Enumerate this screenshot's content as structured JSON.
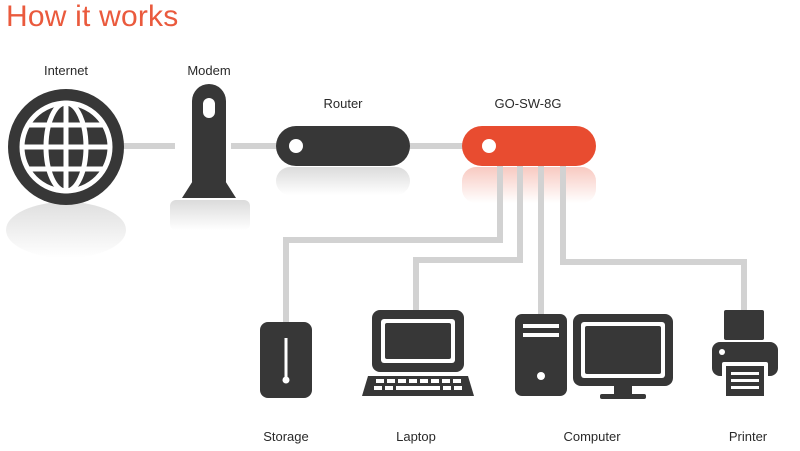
{
  "title": "How it works",
  "colors": {
    "accent": "#e84c30",
    "device": "#373737",
    "cable": "#d2d2d2",
    "title": "#ea5a3d"
  },
  "nodes": {
    "internet": {
      "label": "Internet",
      "icon": "globe-icon"
    },
    "modem": {
      "label": "Modem",
      "icon": "modem-icon"
    },
    "router": {
      "label": "Router",
      "icon": "router-icon"
    },
    "switch": {
      "label": "GO-SW-8G",
      "icon": "switch-icon"
    },
    "storage": {
      "label": "Storage",
      "icon": "storage-icon"
    },
    "laptop": {
      "label": "Laptop",
      "icon": "laptop-icon"
    },
    "computer": {
      "label": "Computer",
      "icon": "computer-icon"
    },
    "printer": {
      "label": "Printer",
      "icon": "printer-icon"
    }
  }
}
